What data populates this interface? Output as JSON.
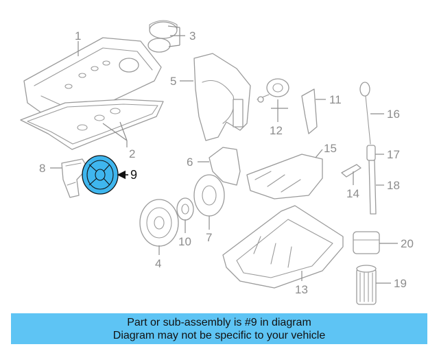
{
  "diagram": {
    "highlight_color": "#3fb6ee",
    "highlighted_part": "9",
    "callouts": [
      "1",
      "2",
      "3",
      "4",
      "5",
      "6",
      "7",
      "8",
      "9",
      "10",
      "11",
      "12",
      "13",
      "14",
      "15",
      "16",
      "17",
      "18",
      "19",
      "20"
    ]
  },
  "banner": {
    "line1": "Part or sub-assembly is #9 in diagram",
    "line2": "Diagram may not be specific to your vehicle",
    "background": "#5ec4f4"
  }
}
